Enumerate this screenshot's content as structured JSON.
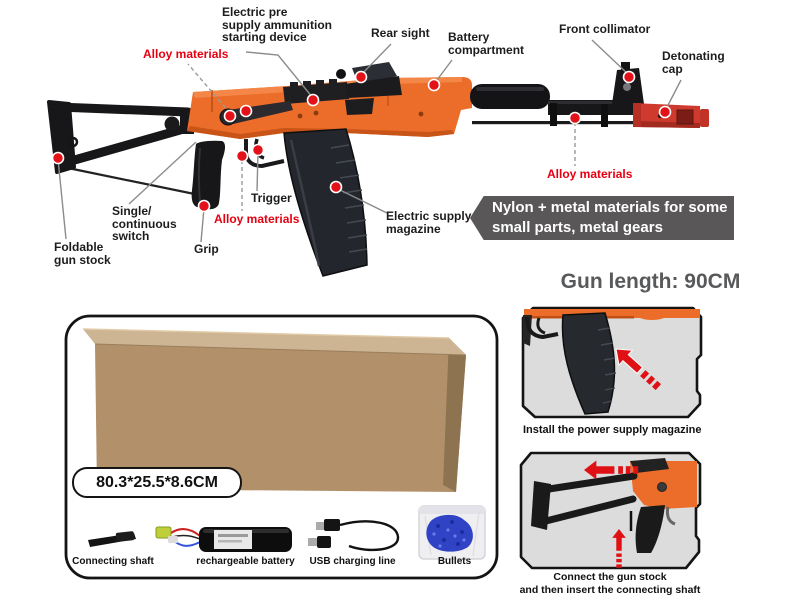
{
  "colors": {
    "orange": "#EC6C29",
    "red_label": "#E60012",
    "dot_red": "#E21218",
    "banner_gray": "#595757",
    "title_gray": "#58595B",
    "panel_gray": "#DCDCDC",
    "kraft_front": "#B29069",
    "kraft_top": "#CDB493",
    "kraft_side": "#8E7351",
    "bullet_blue": "#2F43C4",
    "detonating_cap_red": "#CE3A2E"
  },
  "gun_diagram": {
    "callouts": [
      {
        "id": "alloy-top",
        "label": "Alloy materials",
        "style": "red"
      },
      {
        "id": "starting-device",
        "label": "Electric pre\nsupply ammunition\nstarting device",
        "style": "black"
      },
      {
        "id": "rear-sight",
        "label": "Rear sight",
        "style": "black"
      },
      {
        "id": "battery-compartment",
        "label": "Battery\ncompartment",
        "style": "black"
      },
      {
        "id": "front-collimator",
        "label": "Front collimator",
        "style": "black"
      },
      {
        "id": "detonating-cap",
        "label": "Detonating\ncap",
        "style": "black"
      },
      {
        "id": "foldable-gun-stock",
        "label": "Foldable\ngun stock",
        "style": "black"
      },
      {
        "id": "single-continuous-switch",
        "label": "Single/\ncontinuous\nswitch",
        "style": "black"
      },
      {
        "id": "grip",
        "label": "Grip",
        "style": "black"
      },
      {
        "id": "trigger",
        "label": "Trigger",
        "style": "black"
      },
      {
        "id": "alloy-mid",
        "label": "Alloy materials",
        "style": "red"
      },
      {
        "id": "electric-supply-magazine",
        "label": "Electric supply\nmagazine",
        "style": "black"
      },
      {
        "id": "alloy-barrel",
        "label": "Alloy materials",
        "style": "red"
      }
    ],
    "banner": "Nylon + metal materials for some\nsmall parts, metal gears",
    "gun_length": "Gun length: 90CM"
  },
  "package": {
    "dimensions": "80.3*25.5*8.6CM",
    "accessories": [
      {
        "label": "Connecting shaft"
      },
      {
        "label": "rechargeable battery"
      },
      {
        "label": "USB charging line"
      },
      {
        "label": "Bullets"
      }
    ]
  },
  "instructions": [
    {
      "caption": "Install the power supply magazine"
    },
    {
      "caption": "Connect the gun stock\nand then insert the connecting shaft"
    }
  ]
}
